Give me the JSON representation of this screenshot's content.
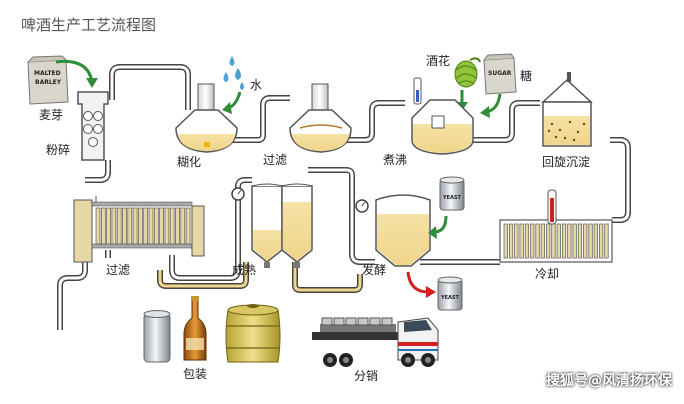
{
  "title": "啤酒生产工艺流程图",
  "labels": {
    "malt": "麦芽",
    "crush": "粉碎",
    "water": "水",
    "mash": "糊化",
    "lauter1": "过滤",
    "boil": "煮沸",
    "hops": "酒花",
    "sugar": "糖",
    "whirlpool": "回旋沉淀",
    "cool": "冷却",
    "ferment": "发酵",
    "mature": "成熟",
    "lauter2": "过滤",
    "package": "包装",
    "distribute": "分销"
  },
  "bag_text": {
    "malt_line1": "MALTED",
    "malt_line2": "BARLEY",
    "sugar": "SUGAR",
    "yeast1": "YEAST",
    "yeast2": "YEAST"
  },
  "watermark": "搜狐号@风清扬环保"
}
